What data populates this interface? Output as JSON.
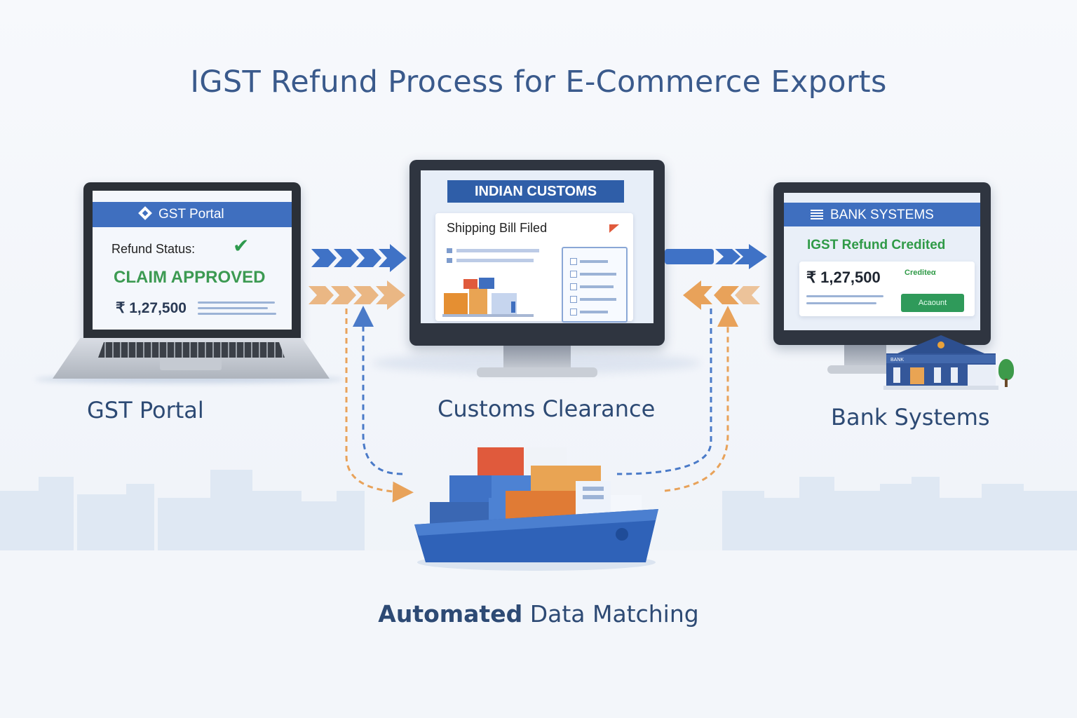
{
  "title": "IGST Refund Process for E-Commerce Exports",
  "gst_portal": {
    "header": "GST Portal",
    "refund_status_label": "Refund Status:",
    "status": "CLAIM APPROVED",
    "amount": "₹ 1,27,500",
    "caption": "GST Portal"
  },
  "customs": {
    "header": "INDIAN CUSTOMS",
    "card_title": "Shipping Bill Filed",
    "caption": "Customs Clearance"
  },
  "bank": {
    "header": "BANK SYSTEMS",
    "status": "IGST Refund Credited",
    "amount": "₹ 1,27,500",
    "amount_tag": "Crediteα",
    "button_label": "Acaount",
    "building_sign": "BANK",
    "caption": "Bank Systems"
  },
  "footer": {
    "caption_strong": "Automated",
    "caption_rest": " Data Matching"
  },
  "colors": {
    "title": "#3a5a8c",
    "portal_blue": "#3f6fbf",
    "approved_green": "#3c9a52",
    "arrow_blue": "#3f72c6",
    "arrow_orange": "#e8a25a"
  },
  "icons": [
    "gst-logo-icon",
    "check-icon",
    "red-flag-icon",
    "document-icon",
    "bank-list-icon",
    "bank-building-icon",
    "cargo-ship-icon",
    "tree-icon"
  ]
}
